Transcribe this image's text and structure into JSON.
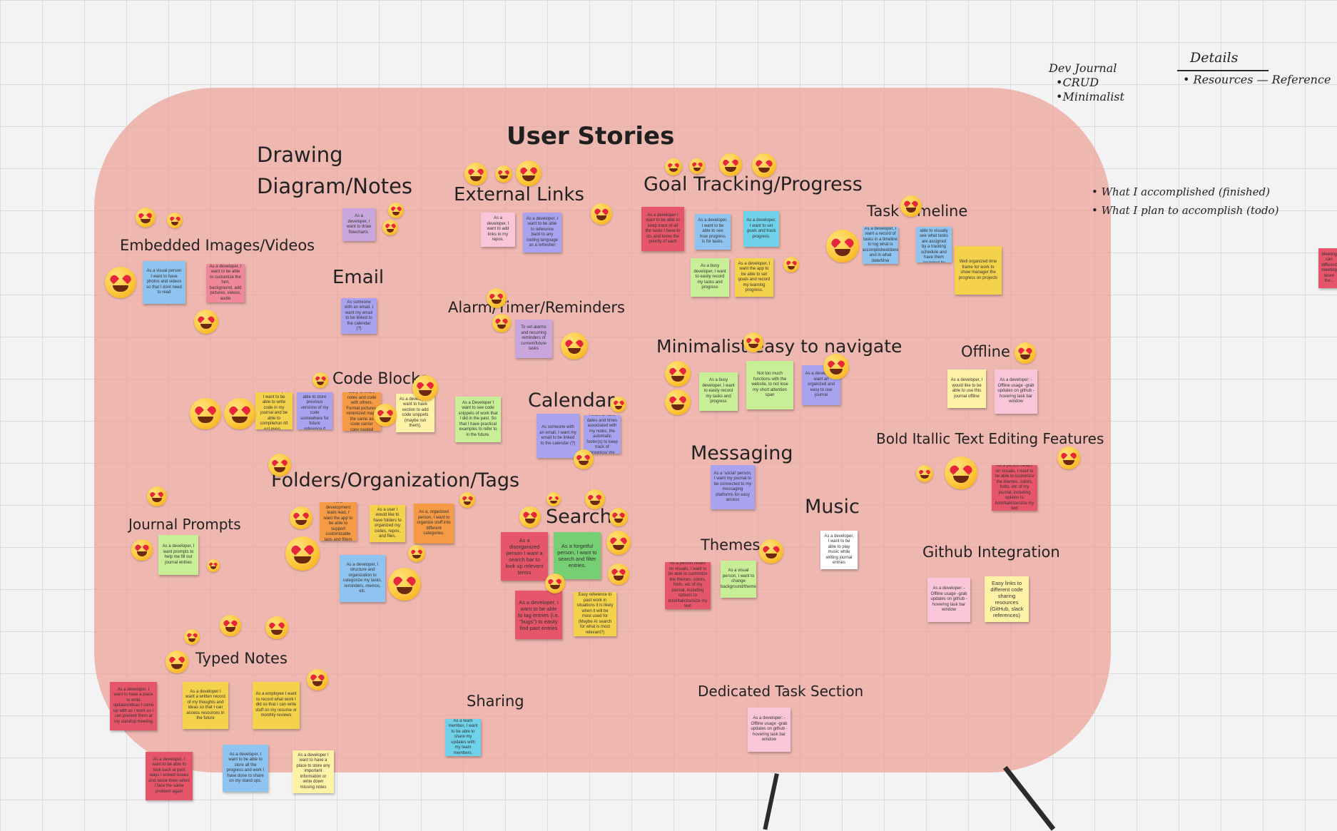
{
  "board": {
    "title": "User Stories",
    "colors": {
      "board": "#eca096",
      "grid": "#dcdcdc",
      "background": "#f3f3f3"
    }
  },
  "handwritten": {
    "dev_journal": [
      "Dev Journal",
      "•CRUD",
      "•Minimalist"
    ],
    "details": "Details",
    "resources": "• Resources — Reference",
    "completed": "• What I accomplished (finished)",
    "todo": "• What I plan to accomplish (todo)"
  },
  "sections": {
    "drawing": "Drawing Diagram/Notes",
    "external_links": "External Links",
    "goal_tracking": "Goal Tracking/Progress",
    "task_timeline": "Task Timeline",
    "embedded": "Embedded Images/Videos",
    "email": "Email",
    "alarm": "Alarm/Timer/Reminders",
    "minimalist": "Minimalist easy to navigate",
    "offline": "Offline",
    "code_blocks": "Code Blocks",
    "calendar": "Calendar",
    "messaging": "Messaging",
    "bold_italic": "Bold Itallic Text Editing Features",
    "folders": "Folders/Organization/Tags",
    "search": "Search",
    "music": "Music",
    "journal_prompts": "Journal Prompts",
    "themes": "Themes",
    "github": "Github Integration",
    "typed_notes": "Typed Notes",
    "sharing": "Sharing",
    "dedicated_task": "Dedicated Task Section"
  },
  "notes": {
    "drawing": "As a developer, I want to draw flowcharts.",
    "ext1": "As a developer, I want to add links to my repos.",
    "ext2": "As a developer, I want to be able to reference back to any coding language as a refresher",
    "goal1": "As a developer I want to be able to keep track of all the tasks I have to do, and know the priority of each",
    "goal2": "As a developer, I want to be able to see how progress is for tasks.",
    "goal3": "As a developer, I want to set goals and track progress.",
    "goal4": "As a busy developer, I want to easily record my tasks and progress",
    "goal5": "As a developer, I want the app to be able to set goals and record my learning progress.",
    "timeline1": "As a developer, I want a record of tasks in a timeline to log what is accomplished/done and in what date/time",
    "timeline2": "As a developer, I want to be able to visually see what tasks are assigned by a tracking schedule and have them arranged by priority",
    "timeline3": "Well organized time frame for work to show manager the progress on projects",
    "embed1": "As a visual person I want to have photos and videos so that I dont need to read",
    "embed2": "As a developer, I want to be able to customize the font, background, add pictures, videos, audio",
    "email": "As someone with an email, I want my email to be linked to the calendar (?)",
    "alarm": "To set alarms and recurring reminders of current/future tasks",
    "min1": "As a busy developer, I want to easily record my tasks and progress",
    "min2": "Not too much functions with the website, to not lose my short attention span",
    "min3": "As a developer, I want an organized and easy to use journal",
    "off1": "As a developer, I would like to be able to use this journal offline",
    "off2": "As a developer: - Offline usage -grab updates on github -hovering task bar window",
    "code1": "As a developer, I want to be able to write code in my journal and be able to compile/run it/t est even...",
    "code2": "As a developer, I want to be able to store previous versions of my code somewhere for future reference if needed",
    "code3": "Easy to share notes and code with others. Format pictures, minimized maps the same as code carrier copy pasted",
    "code4": "As a developer, I want to have section to add code snippets (maybe run them).",
    "code5": "As a Developer I want to see code snippets of work that I did in the past. So that I have practical examples to refer to in the future.",
    "cal1": "As someone with an email, I want my email to be linked to the calendar (?)",
    "cal2": "As a developer, I want to have dates and times associated with my notes, the automatic footer(s) to keep track of progress/ my thoughts",
    "msg": "As a 'social' person, I want my journal to be connected to my messaging platforms for easy access",
    "bold": "As a person reliant on visuals, I want to be able to customize the themes, colors, fonts, etc of my journal, including options to bold/italicize/size my text",
    "fold1": "As a development team lead, I want the app to be able to support customizable tags and filters",
    "fold2": "As a user I would like to have folders to organized my codes, repos, and files.",
    "fold3": "As a, organized person, I want to organize stuff into different categories.",
    "fold4": "As a developer, I structure and organization to categorize my tasks, reminders, memos, etc.",
    "search1": "As a disorganized person I want a search bar to look up relevant terms",
    "search2": "As a forgetful person, I want to search and filter entries.",
    "search3": "As a developer, I want to be able to tag entries (i.e. \"bugs\") to easily find past entries",
    "search4": "Easy reference to past work in situations it is likely when it will be most used for (Maybe AI search for what is most relevant?)",
    "music": "As a developer, I want to be able to play music while writing journal entries",
    "prompts": "As a developer, I want prompts to help me fill out journal entries",
    "theme1": "As a person reliant on visuals, I want to be able to customize the themes, colors, fonts, etc of my journal, including options to bold/italicize/size my text",
    "theme2": "As a visual person, I want to change background/theme",
    "gh1": "As a developer: - Offline usage -grab updates on github -hovering task bar window",
    "gh2": "Easy links to different code sharing resources (GitHub, slack references)",
    "typed1": "As a developer, I want to have a place to write updates/ideas I come up with as I work so I can present them at my standup meeting",
    "typed2": "As a developer I want a written record of my thoughts and ideas so that I can access resources in the future",
    "typed3": "As a employee I want to record what work I did so that I can write stuff on my resume or monthly reviews",
    "typed4": "As a developer, I want to be able to look back at past ways I solved issues and reuse them when I face the same problem again",
    "typed5": "As a developer, I want to be able to store all the progress and work I have done to share on my stand ups.",
    "typed6": "As a developer I want to have a place to store any important information or write down missing notes",
    "sharing": "As a team member, I want to be able to share my updates with my team members.",
    "dedicated": "As a developer: - Offline usage -grab updates on github -hovering task bar window",
    "edge": "Meeting can different meeting down the..."
  }
}
